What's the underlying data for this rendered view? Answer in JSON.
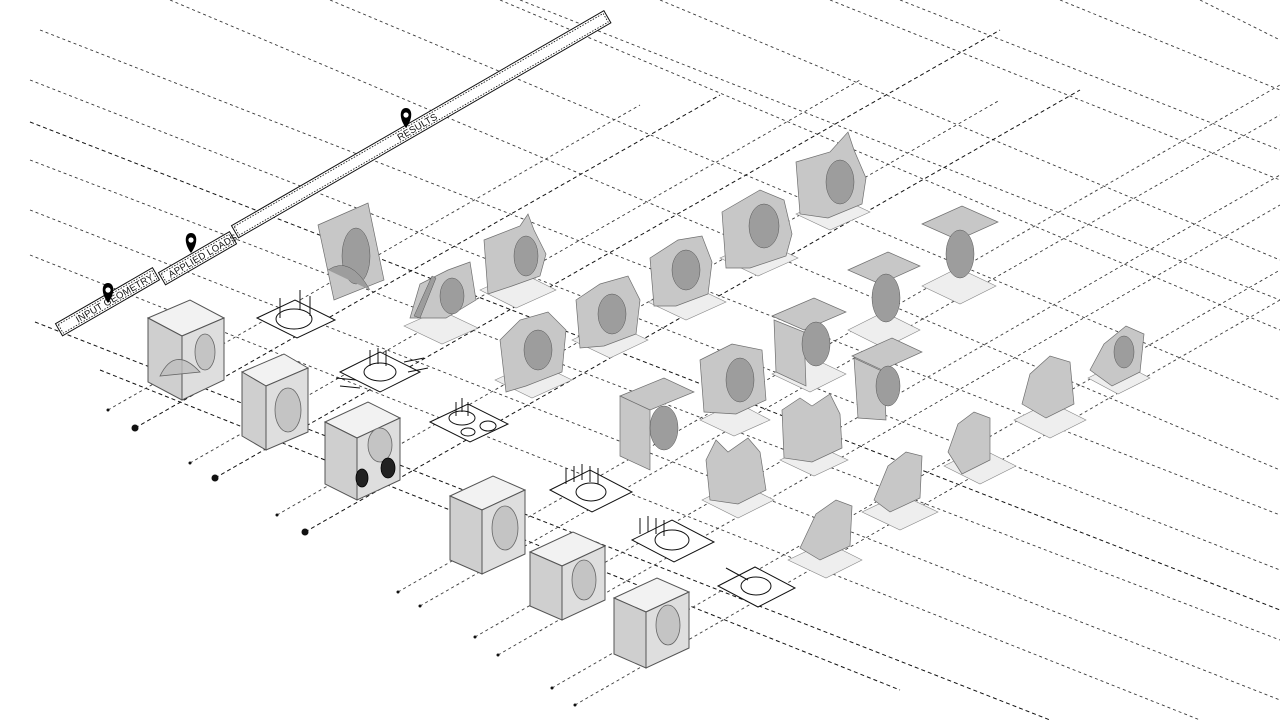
{
  "labels": {
    "input_geometry": "INPUT GEOMETRY",
    "applied_loads": "APPLIED LOADS",
    "results": "RESULTS"
  },
  "icons": {
    "marker": "map-pin-icon"
  },
  "colors": {
    "line": "#111111",
    "solid_gray": "#c7c7c7",
    "background": "#ffffff"
  }
}
